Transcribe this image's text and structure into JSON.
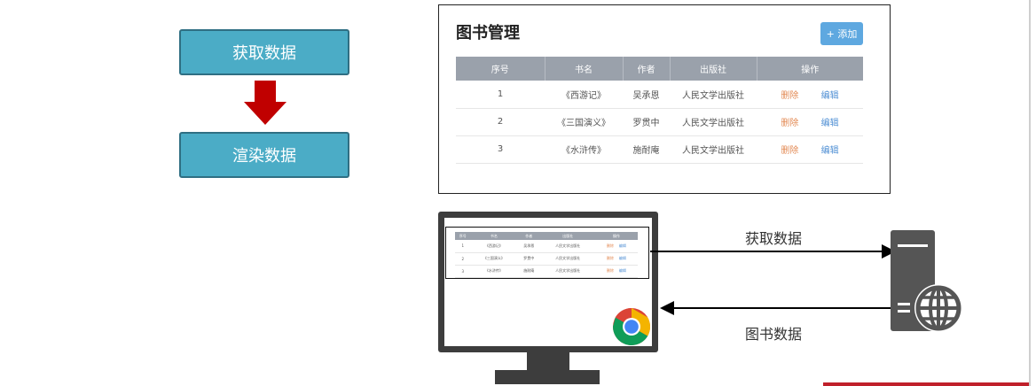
{
  "flow": {
    "step1": "获取数据",
    "step2": "渲染数据"
  },
  "book_panel": {
    "title": "图书管理",
    "add_button": "+ 添加",
    "columns": [
      "序号",
      "书名",
      "作者",
      "出版社",
      "操作"
    ],
    "rows": [
      {
        "index": "1",
        "title": "《西游记》",
        "author": "吴承恩",
        "publisher": "人民文学出版社"
      },
      {
        "index": "2",
        "title": "《三国演义》",
        "author": "罗贯中",
        "publisher": "人民文学出版社"
      },
      {
        "index": "3",
        "title": "《水浒传》",
        "author": "施耐庵",
        "publisher": "人民文学出版社"
      }
    ],
    "delete_label": "删除",
    "edit_label": "编辑"
  },
  "arrows": {
    "fetch_label": "获取数据",
    "books_label": "图书数据"
  },
  "icons": {
    "browser": "chrome-icon",
    "server": "server-globe-icon"
  },
  "colors": {
    "flow_box": "#4bacc6",
    "flow_arrow": "#c00000",
    "table_header": "#9aa1ab",
    "add_button": "#5ea8e0",
    "delete": "#e38a54",
    "edit": "#4f8fd4",
    "monitor": "#3d3d3d"
  }
}
